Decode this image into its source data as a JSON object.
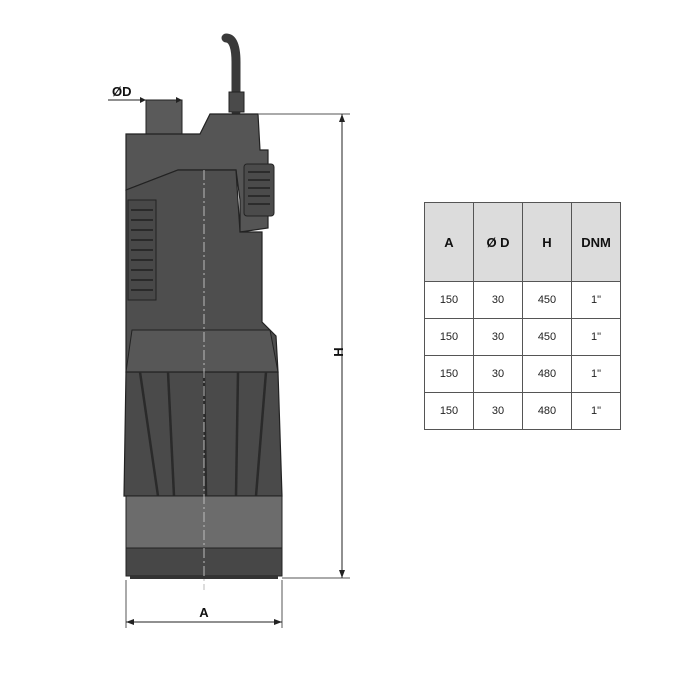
{
  "drawing": {
    "dim_d_label": "ØD",
    "dim_h_label": "H",
    "dim_a_label": "A"
  },
  "specs_table": {
    "headers": [
      "A",
      "Ø D",
      "H",
      "DNM"
    ],
    "rows": [
      [
        "150",
        "30",
        "450",
        "1\""
      ],
      [
        "150",
        "30",
        "450",
        "1\""
      ],
      [
        "150",
        "30",
        "480",
        "1\""
      ],
      [
        "150",
        "30",
        "480",
        "1\""
      ]
    ]
  }
}
